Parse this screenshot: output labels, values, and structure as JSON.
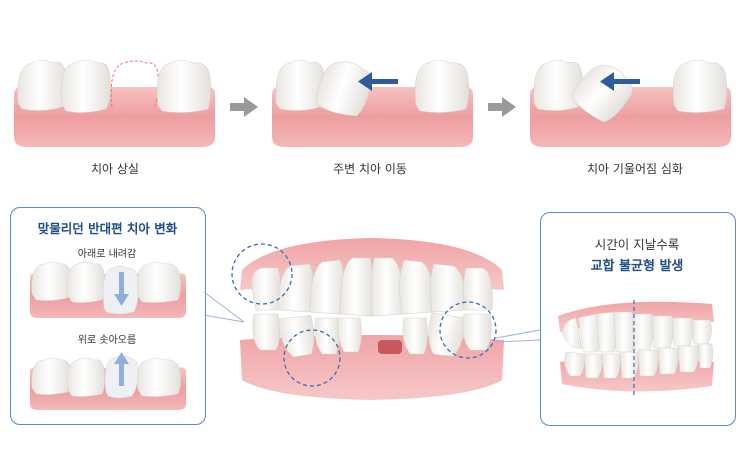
{
  "steps": [
    {
      "caption": "치아 상실"
    },
    {
      "caption": "주변 치아 이동"
    },
    {
      "caption": "치아 기울어짐 심화"
    }
  ],
  "left_panel": {
    "title": "맞물리던 반대편 치아 변화",
    "upper_label": "아래로 내려감",
    "lower_label": "위로 솟아오름"
  },
  "right_panel": {
    "line1": "시간이 지날수록",
    "line2": "교합 불균형 발생"
  },
  "colors": {
    "accent_blue": "#1f4e8c",
    "arrow_blue": "#2f5c9c",
    "panel_border": "#5b8bc4",
    "gum": "#f1a6a8",
    "tooth": "#fbfbfa",
    "gray_arrow": "#9a9a9a"
  }
}
